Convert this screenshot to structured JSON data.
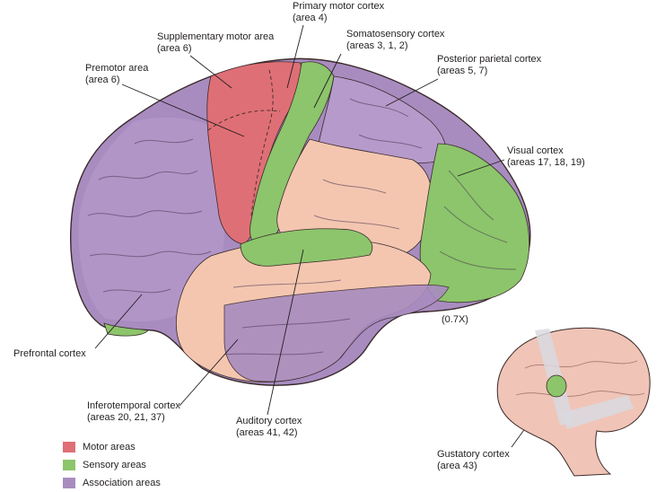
{
  "colors": {
    "motor": "#df6f76",
    "sensory": "#8cc56b",
    "association": "#a88cc0",
    "tissue": "#f4c6b0",
    "outline": "#3a2a2a"
  },
  "labels": {
    "primary_motor": {
      "name": "Primary motor cortex",
      "detail": "(area 4)"
    },
    "supplementary_motor": {
      "name": "Supplementary motor area",
      "detail": "(area 6)"
    },
    "somatosensory": {
      "name": "Somatosensory cortex",
      "detail": "(areas 3, 1, 2)"
    },
    "posterior_parietal": {
      "name": "Posterior parietal cortex",
      "detail": "(areas 5, 7)"
    },
    "premotor": {
      "name": "Premotor area",
      "detail": "(area 6)"
    },
    "visual": {
      "name": "Visual cortex",
      "detail": "(areas 17, 18, 19)"
    },
    "scale": {
      "name": "(0.7X)"
    },
    "prefrontal": {
      "name": "Prefrontal cortex"
    },
    "inferotemporal": {
      "name": "Inferotemporal cortex",
      "detail": "(areas 20, 21, 37)"
    },
    "auditory": {
      "name": "Auditory cortex",
      "detail": "(areas 41, 42)"
    },
    "gustatory": {
      "name": "Gustatory cortex",
      "detail": "(area 43)"
    }
  },
  "legend": [
    {
      "label": "Motor areas",
      "color": "#df6f76"
    },
    {
      "label": "Sensory areas",
      "color": "#8cc56b"
    },
    {
      "label": "Association areas",
      "color": "#a88cc0"
    }
  ]
}
